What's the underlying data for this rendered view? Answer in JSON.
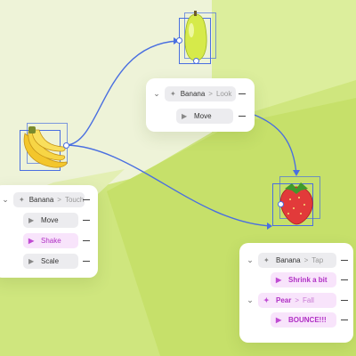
{
  "colors": {
    "accent": "#4a6fe0",
    "pink": "#b02fc4",
    "background_light": "#eef3d8",
    "background_lime": "#cde879"
  },
  "icons": {
    "trigger": "sparkle-icon",
    "action": "play-triangle-icon",
    "collapse": "chevron-down-icon",
    "more": "dash-icon"
  },
  "objects": [
    "banana-cluster",
    "green-pear",
    "strawberry"
  ],
  "panels": {
    "banana": {
      "trigger": {
        "object": "Banana",
        "separator": ">",
        "event": "Touch"
      },
      "actions": [
        "Move",
        "Shake",
        "Scale"
      ],
      "selected_action": "Shake"
    },
    "pear": {
      "trigger": {
        "object": "Banana",
        "separator": ">",
        "event": "Look"
      },
      "actions": [
        "Move"
      ]
    },
    "strawberry": {
      "trigger": {
        "object": "Banana",
        "separator": ">",
        "event": "Tap"
      },
      "actions": [
        "Shrink a bit"
      ],
      "trigger2": {
        "object": "Pear",
        "separator": ">",
        "event": "Fall"
      },
      "actions2": [
        "BOUNCE!!!"
      ]
    }
  }
}
